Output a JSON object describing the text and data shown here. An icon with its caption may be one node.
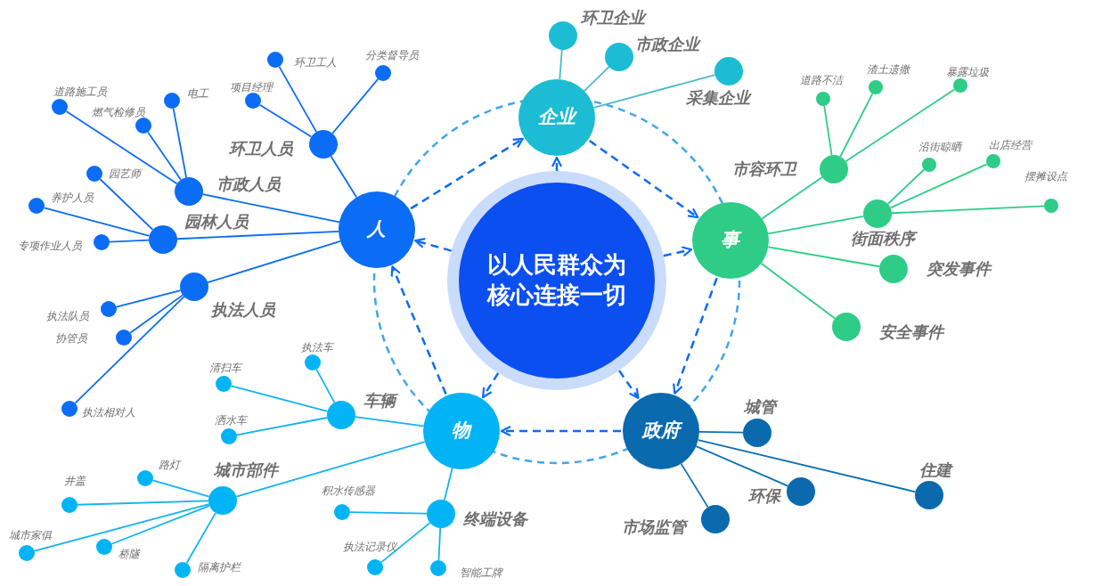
{
  "diagram": {
    "nodes": [
      {
        "text": [
          "以人民群众为核心连接一切"
        ]
      },
      {
        "text": [
          "人"
        ]
      },
      {
        "text": [
          "企业"
        ]
      },
      {
        "text": [
          "事"
        ]
      },
      {
        "text": [
          "政府"
        ]
      },
      {
        "text": [
          "物"
        ]
      },
      {
        "text": [
          "环卫企业"
        ]
      },
      {
        "text": [
          "市政企业"
        ]
      },
      {
        "text": [
          "采集企业"
        ]
      },
      {
        "text": [
          "环卫人员"
        ]
      },
      {
        "text": [
          "环卫工人"
        ]
      },
      {
        "text": [
          "分类督导员"
        ]
      },
      {
        "text": [
          "项目经理"
        ]
      },
      {
        "text": [
          "市政人员"
        ]
      },
      {
        "text": [
          "道路施工员"
        ]
      },
      {
        "text": [
          "燃气检修员"
        ]
      },
      {
        "text": [
          "电工"
        ]
      },
      {
        "text": [
          "园林人员"
        ]
      },
      {
        "text": [
          "园艺师"
        ]
      },
      {
        "text": [
          "养护人员"
        ]
      },
      {
        "text": [
          "专项作业人员"
        ]
      },
      {
        "text": [
          "执法人员"
        ]
      },
      {
        "text": [
          "执法队员"
        ]
      },
      {
        "text": [
          "协管员"
        ]
      },
      {
        "text": [
          "执法相对人"
        ]
      },
      {
        "text": [
          "市容环卫"
        ]
      },
      {
        "text": [
          "道路不洁"
        ]
      },
      {
        "text": [
          "渣土遗撒"
        ]
      },
      {
        "text": [
          "暴露垃圾"
        ]
      },
      {
        "text": [
          "街面秩序"
        ]
      },
      {
        "text": [
          "沿街晾晒"
        ]
      },
      {
        "text": [
          "出店经营"
        ]
      },
      {
        "text": [
          "摆摊设点"
        ]
      },
      {
        "text": [
          "突发事件"
        ]
      },
      {
        "text": [
          "安全事件"
        ]
      },
      {
        "text": [
          "城管"
        ]
      },
      {
        "text": [
          "住建"
        ]
      },
      {
        "text": [
          "环保"
        ]
      },
      {
        "text": [
          "市场监管"
        ]
      },
      {
        "text": [
          "车辆"
        ]
      },
      {
        "text": [
          "执法车"
        ]
      },
      {
        "text": [
          "清扫车"
        ]
      },
      {
        "text": [
          "洒水车"
        ]
      },
      {
        "text": [
          "城市部件"
        ]
      },
      {
        "text": [
          "路灯"
        ]
      },
      {
        "text": [
          "井盖"
        ]
      },
      {
        "text": [
          "城市家俱"
        ]
      },
      {
        "text": [
          "桥隧"
        ]
      },
      {
        "text": [
          "隔离护栏"
        ]
      },
      {
        "text": [
          "终端设备"
        ]
      },
      {
        "text": [
          "积水传感器"
        ]
      },
      {
        "text": [
          "执法记录仪"
        ]
      },
      {
        "text": [
          "智能工牌"
        ]
      }
    ],
    "edges": [
      {
        "from": 0,
        "to": 1,
        "arrow": "to",
        "style": "dashed"
      },
      {
        "from": 0,
        "to": 2,
        "arrow": "to",
        "style": "dashed"
      },
      {
        "from": 0,
        "to": 3,
        "arrow": "to",
        "style": "dashed"
      },
      {
        "from": 0,
        "to": 4,
        "arrow": "to",
        "style": "dashed"
      },
      {
        "from": 0,
        "to": 5,
        "arrow": "to",
        "style": "dashed"
      },
      {
        "from": 5,
        "to": 1,
        "arrow": "to",
        "style": "dashed"
      },
      {
        "from": 1,
        "to": 2,
        "arrow": "to",
        "style": "dashed"
      },
      {
        "from": 2,
        "to": 3,
        "arrow": "to",
        "style": "dashed"
      },
      {
        "from": 3,
        "to": 4,
        "arrow": "to",
        "style": "dashed"
      },
      {
        "from": 4,
        "to": 5,
        "arrow": "to",
        "style": "dashed"
      },
      {
        "from": 2,
        "to": 6,
        "arrow": "none",
        "color": "#4db8cc"
      },
      {
        "from": 2,
        "to": 7,
        "arrow": "none",
        "color": "#4db8cc"
      },
      {
        "from": 2,
        "to": 8,
        "arrow": "none",
        "color": "#4db8cc"
      },
      {
        "from": 1,
        "to": 9,
        "arrow": "none"
      },
      {
        "from": 9,
        "to": 10,
        "arrow": "none"
      },
      {
        "from": 9,
        "to": 11,
        "arrow": "none"
      },
      {
        "from": 9,
        "to": 12,
        "arrow": "none"
      },
      {
        "from": 1,
        "to": 13,
        "arrow": "none"
      },
      {
        "from": 13,
        "to": 14,
        "arrow": "none"
      },
      {
        "from": 13,
        "to": 15,
        "arrow": "none"
      },
      {
        "from": 13,
        "to": 16,
        "arrow": "none"
      },
      {
        "from": 1,
        "to": 17,
        "arrow": "none"
      },
      {
        "from": 17,
        "to": 18,
        "arrow": "none"
      },
      {
        "from": 17,
        "to": 19,
        "arrow": "none"
      },
      {
        "from": 17,
        "to": 20,
        "arrow": "none"
      },
      {
        "from": 1,
        "to": 21,
        "arrow": "none"
      },
      {
        "from": 21,
        "to": 22,
        "arrow": "none"
      },
      {
        "from": 21,
        "to": 23,
        "arrow": "none"
      },
      {
        "from": 21,
        "to": 24,
        "arrow": "none"
      },
      {
        "from": 3,
        "to": 25,
        "arrow": "none",
        "color": "#2ecc87"
      },
      {
        "from": 25,
        "to": 26,
        "arrow": "none",
        "color": "#2ecc87"
      },
      {
        "from": 25,
        "to": 27,
        "arrow": "none",
        "color": "#2ecc87"
      },
      {
        "from": 25,
        "to": 28,
        "arrow": "none",
        "color": "#2ecc87"
      },
      {
        "from": 3,
        "to": 29,
        "arrow": "none",
        "color": "#2ecc87"
      },
      {
        "from": 29,
        "to": 30,
        "arrow": "none",
        "color": "#2ecc87"
      },
      {
        "from": 29,
        "to": 31,
        "arrow": "none",
        "color": "#2ecc87"
      },
      {
        "from": 29,
        "to": 32,
        "arrow": "none",
        "color": "#2ecc87"
      },
      {
        "from": 3,
        "to": 33,
        "arrow": "none",
        "color": "#2ecc87"
      },
      {
        "from": 3,
        "to": 34,
        "arrow": "none",
        "color": "#2ecc87"
      },
      {
        "from": 4,
        "to": 35,
        "arrow": "none",
        "color": "#0e6fae"
      },
      {
        "from": 4,
        "to": 36,
        "arrow": "none",
        "color": "#0e6fae"
      },
      {
        "from": 4,
        "to": 37,
        "arrow": "none",
        "color": "#0e6fae"
      },
      {
        "from": 4,
        "to": 38,
        "arrow": "none",
        "color": "#0e6fae"
      },
      {
        "from": 5,
        "to": 39,
        "arrow": "none",
        "color": "#12b4ee"
      },
      {
        "from": 39,
        "to": 40,
        "arrow": "none",
        "color": "#12b4ee"
      },
      {
        "from": 39,
        "to": 41,
        "arrow": "none",
        "color": "#12b4ee"
      },
      {
        "from": 39,
        "to": 42,
        "arrow": "none",
        "color": "#12b4ee"
      },
      {
        "from": 5,
        "to": 43,
        "arrow": "none",
        "color": "#12b4ee"
      },
      {
        "from": 43,
        "to": 44,
        "arrow": "none",
        "color": "#12b4ee"
      },
      {
        "from": 43,
        "to": 45,
        "arrow": "none",
        "color": "#12b4ee"
      },
      {
        "from": 43,
        "to": 46,
        "arrow": "none",
        "color": "#12b4ee"
      },
      {
        "from": 43,
        "to": 47,
        "arrow": "none",
        "color": "#12b4ee"
      },
      {
        "from": 43,
        "to": 48,
        "arrow": "none",
        "color": "#12b4ee"
      },
      {
        "from": 5,
        "to": 49,
        "arrow": "none",
        "color": "#12b4ee"
      },
      {
        "from": 49,
        "to": 50,
        "arrow": "none",
        "color": "#12b4ee"
      },
      {
        "from": 49,
        "to": 51,
        "arrow": "none",
        "color": "#12b4ee"
      },
      {
        "from": 49,
        "to": 52,
        "arrow": "none",
        "color": "#12b4ee"
      }
    ]
  }
}
